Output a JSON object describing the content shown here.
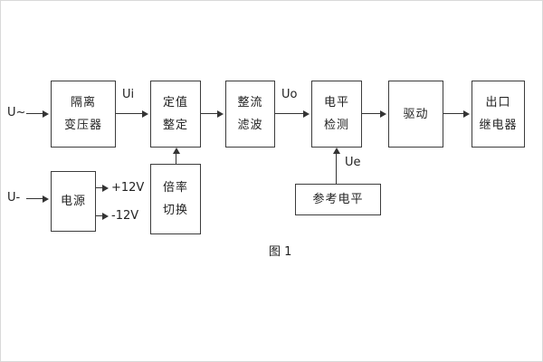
{
  "diagram": {
    "caption": "图 1",
    "inputs": {
      "ac_input": "U~",
      "dc_input": "U-"
    },
    "signal_labels": {
      "ui": "Ui",
      "uo": "Uo",
      "ue": "Ue"
    },
    "power_outputs": {
      "plus12": "+12V",
      "minus12": "-12V"
    },
    "blocks": {
      "isolation_transformer": {
        "line1": "隔离",
        "line2": "变压器"
      },
      "setting_adjustment": {
        "line1": "定值",
        "line2": "整定"
      },
      "rectifier_filter": {
        "line1": "整流",
        "line2": "滤波"
      },
      "level_detection": {
        "line1": "电平",
        "line2": "检测"
      },
      "driver": {
        "line1": "驱动"
      },
      "output_relay": {
        "line1": "出口",
        "line2": "继电器"
      },
      "power_supply": {
        "line1": "电源"
      },
      "rate_switching": {
        "line1": "倍率",
        "line2": "切换"
      },
      "reference_level": {
        "line1": "参考电平"
      }
    }
  }
}
